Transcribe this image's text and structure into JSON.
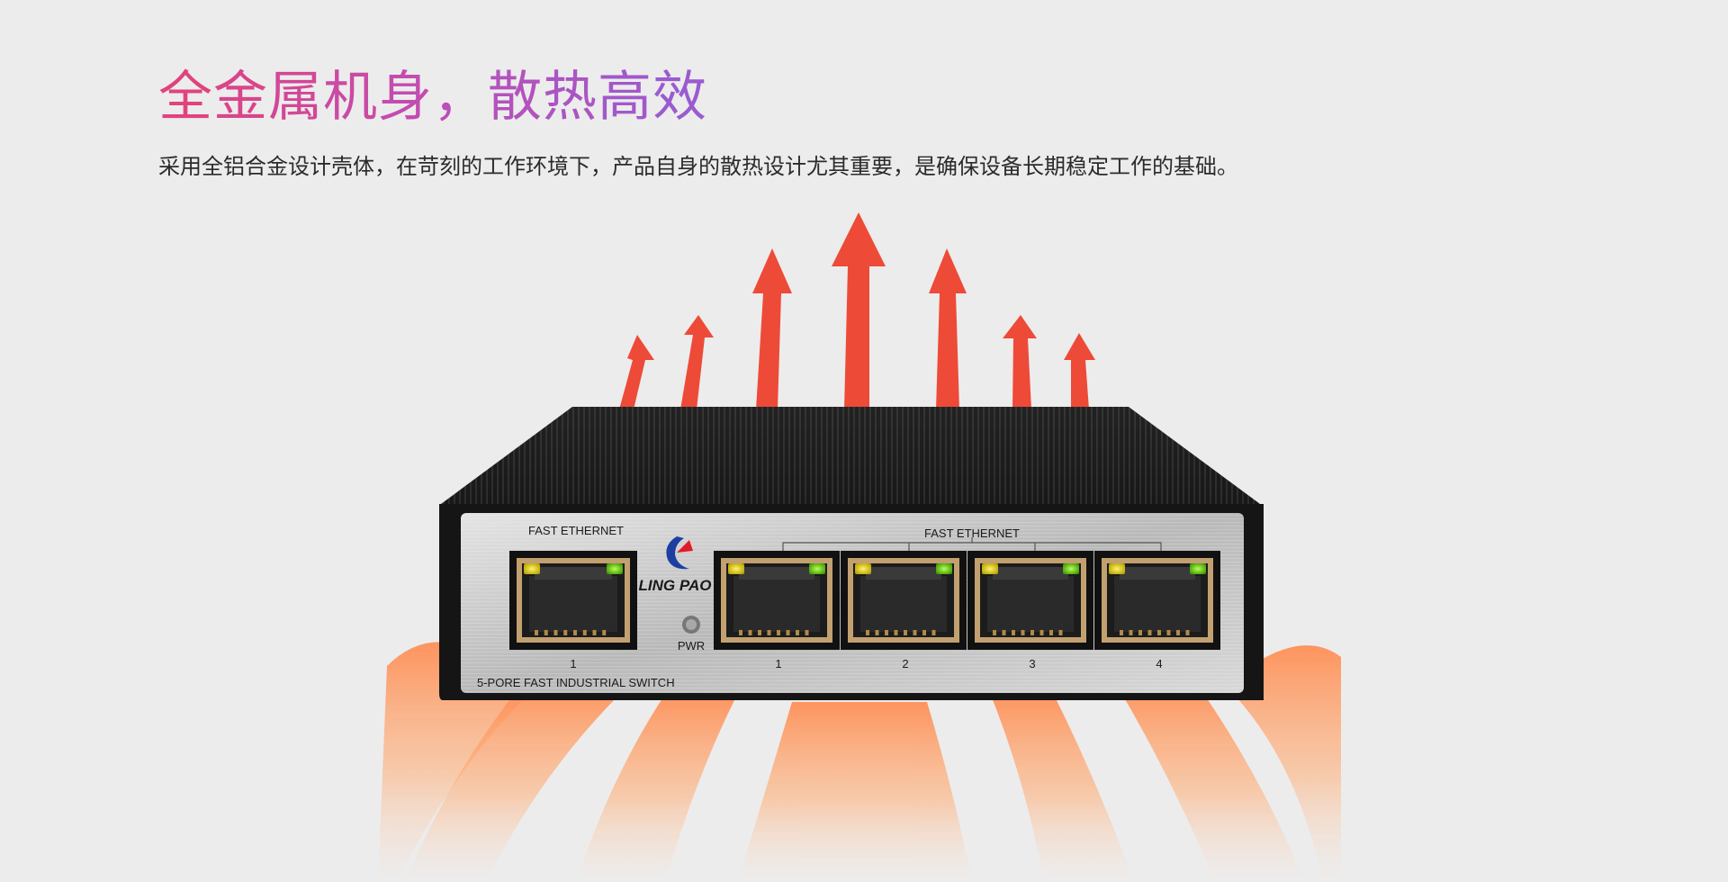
{
  "headline": {
    "text": "全金属机身，散热高效",
    "gradient": [
      "#e0437e",
      "#c04db5",
      "#9a5bd0"
    ]
  },
  "description": "采用全铝合金设计壳体，在苛刻的工作环境下，产品自身的散热设计尤其重要，是确保设备长期稳定工作的基础。",
  "device": {
    "left_group_label": "FAST ETHERNET",
    "right_group_label": "FAST ETHERNET",
    "brand": "LING PAO",
    "power_label": "PWR",
    "model_label": "5-PORE FAST INDUSTRIAL SWITCH",
    "left_port_number": "1",
    "right_port_numbers": [
      "1",
      "2",
      "3",
      "4"
    ]
  },
  "colors": {
    "background": "#ececec",
    "heat_arrow": "#ee4a38",
    "heat_glow": "#ffa06a",
    "chassis": "#1e1e1e",
    "faceplate": "#c9c9c9"
  },
  "icons": [
    "heat-arrow-icon",
    "brand-logo-icon",
    "power-led-icon",
    "rj45-port-icon"
  ]
}
